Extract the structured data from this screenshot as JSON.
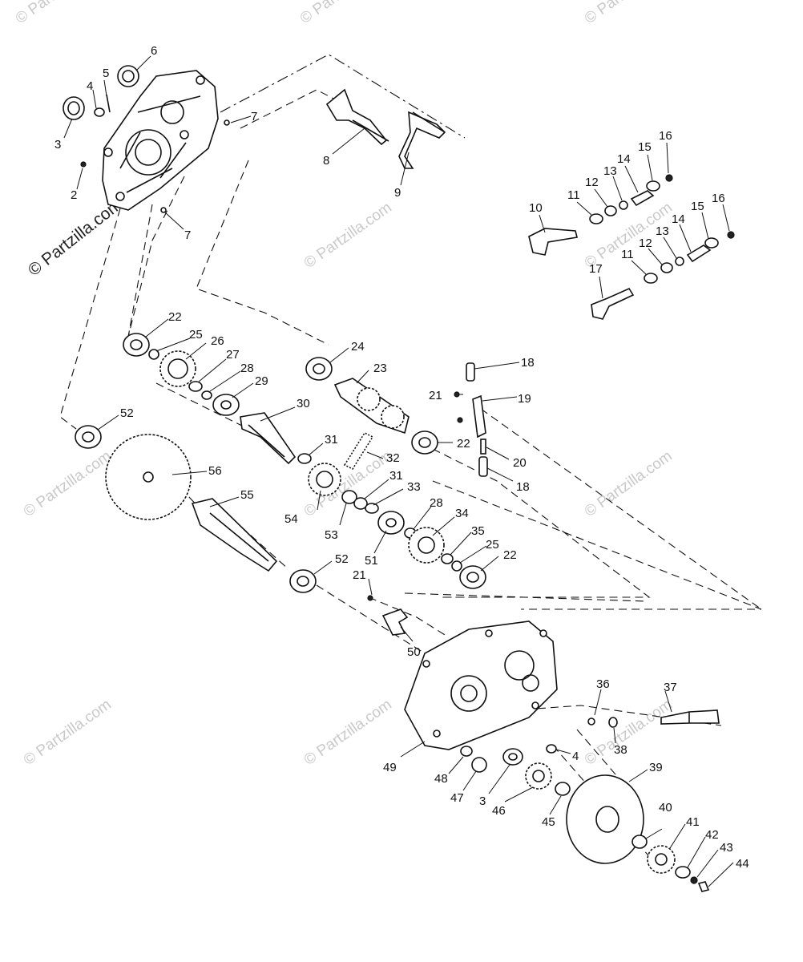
{
  "watermark": {
    "main": "© Partzilla.com",
    "tile": "© Partzilla.com"
  },
  "callouts": [
    {
      "id": "c2",
      "text": "2"
    },
    {
      "id": "c3a",
      "text": "3"
    },
    {
      "id": "c4a",
      "text": "4"
    },
    {
      "id": "c5",
      "text": "5"
    },
    {
      "id": "c6",
      "text": "6"
    },
    {
      "id": "c7a",
      "text": "7"
    },
    {
      "id": "c7b",
      "text": "7"
    },
    {
      "id": "c8",
      "text": "8"
    },
    {
      "id": "c9",
      "text": "9"
    },
    {
      "id": "c10",
      "text": "10"
    },
    {
      "id": "c11a",
      "text": "11"
    },
    {
      "id": "c12a",
      "text": "12"
    },
    {
      "id": "c13a",
      "text": "13"
    },
    {
      "id": "c14a",
      "text": "14"
    },
    {
      "id": "c15a",
      "text": "15"
    },
    {
      "id": "c16a",
      "text": "16"
    },
    {
      "id": "c11b",
      "text": "11"
    },
    {
      "id": "c12b",
      "text": "12"
    },
    {
      "id": "c13b",
      "text": "13"
    },
    {
      "id": "c14b",
      "text": "14"
    },
    {
      "id": "c15b",
      "text": "15"
    },
    {
      "id": "c16b",
      "text": "16"
    },
    {
      "id": "c17",
      "text": "17"
    },
    {
      "id": "c18a",
      "text": "18"
    },
    {
      "id": "c18b",
      "text": "18"
    },
    {
      "id": "c19",
      "text": "19"
    },
    {
      "id": "c20",
      "text": "20"
    },
    {
      "id": "c21a",
      "text": "21"
    },
    {
      "id": "c21b",
      "text": "21"
    },
    {
      "id": "c22a",
      "text": "22"
    },
    {
      "id": "c22b",
      "text": "22"
    },
    {
      "id": "c22c",
      "text": "22"
    },
    {
      "id": "c23",
      "text": "23"
    },
    {
      "id": "c24",
      "text": "24"
    },
    {
      "id": "c25a",
      "text": "25"
    },
    {
      "id": "c25b",
      "text": "25"
    },
    {
      "id": "c26",
      "text": "26"
    },
    {
      "id": "c27",
      "text": "27"
    },
    {
      "id": "c28a",
      "text": "28"
    },
    {
      "id": "c28b",
      "text": "28"
    },
    {
      "id": "c29",
      "text": "29"
    },
    {
      "id": "c30",
      "text": "30"
    },
    {
      "id": "c31a",
      "text": "31"
    },
    {
      "id": "c31b",
      "text": "31"
    },
    {
      "id": "c32",
      "text": "32"
    },
    {
      "id": "c33",
      "text": "33"
    },
    {
      "id": "c34",
      "text": "34"
    },
    {
      "id": "c35",
      "text": "35"
    },
    {
      "id": "c36",
      "text": "36"
    },
    {
      "id": "c37",
      "text": "37"
    },
    {
      "id": "c38",
      "text": "38"
    },
    {
      "id": "c39",
      "text": "39"
    },
    {
      "id": "c40",
      "text": "40"
    },
    {
      "id": "c41",
      "text": "41"
    },
    {
      "id": "c42",
      "text": "42"
    },
    {
      "id": "c43",
      "text": "43"
    },
    {
      "id": "c44",
      "text": "44"
    },
    {
      "id": "c45",
      "text": "45"
    },
    {
      "id": "c46",
      "text": "46"
    },
    {
      "id": "c47",
      "text": "47"
    },
    {
      "id": "c48",
      "text": "48"
    },
    {
      "id": "c49",
      "text": "49"
    },
    {
      "id": "c3b",
      "text": "3"
    },
    {
      "id": "c4b",
      "text": "4"
    },
    {
      "id": "c50",
      "text": "50"
    },
    {
      "id": "c51",
      "text": "51"
    },
    {
      "id": "c52a",
      "text": "52"
    },
    {
      "id": "c52b",
      "text": "52"
    },
    {
      "id": "c53",
      "text": "53"
    },
    {
      "id": "c54",
      "text": "54"
    },
    {
      "id": "c55",
      "text": "55"
    },
    {
      "id": "c56",
      "text": "56"
    }
  ]
}
